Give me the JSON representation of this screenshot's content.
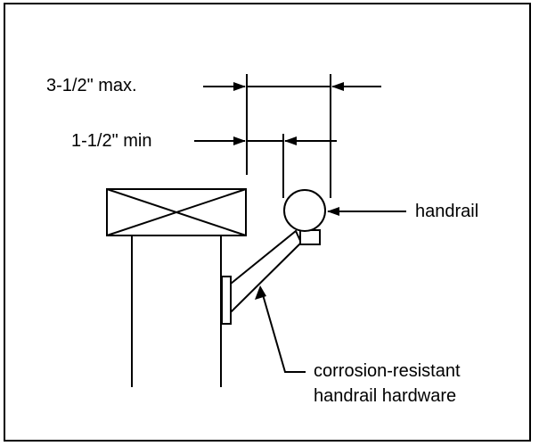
{
  "diagram": {
    "labels": {
      "max_clearance": "3-1/2\" max.",
      "min_clearance": "1-1/2\" min",
      "handrail": "handrail",
      "hardware_line1": "corrosion-resistant",
      "hardware_line2": "handrail hardware"
    },
    "colors": {
      "stroke": "#000000",
      "background": "#ffffff"
    }
  }
}
